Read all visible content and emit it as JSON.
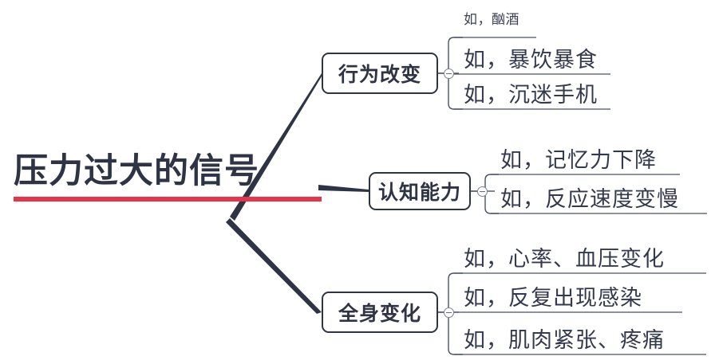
{
  "root": {
    "title": "压力过大的信号",
    "accent_color": "#e8334a",
    "text_color": "#2e3444"
  },
  "branches": [
    {
      "id": "behavior",
      "label": "行为改变",
      "toggle_icon": "collapse-minus-icon",
      "items": [
        {
          "text": "如，酗酒",
          "emphasis": "small"
        },
        {
          "text": "如，暴饮暴食",
          "emphasis": "normal"
        },
        {
          "text": "如，沉迷手机",
          "emphasis": "normal"
        }
      ]
    },
    {
      "id": "cognition",
      "label": "认知能力",
      "toggle_icon": "collapse-minus-icon",
      "items": [
        {
          "text": "如，记忆力下降",
          "emphasis": "normal"
        },
        {
          "text": "如，反应速度变慢",
          "emphasis": "normal"
        }
      ]
    },
    {
      "id": "systemic",
      "label": "全身变化",
      "toggle_icon": "collapse-minus-icon",
      "items": [
        {
          "text": "如，心率、血压变化",
          "emphasis": "normal"
        },
        {
          "text": "如，反复出现感染",
          "emphasis": "normal"
        },
        {
          "text": "如，肌肉紧张、疼痛",
          "emphasis": "normal"
        }
      ]
    }
  ],
  "colors": {
    "line": "#2e3444",
    "leaf_line": "#4b5166",
    "accent": "#e8334a",
    "background": "#ffffff"
  }
}
